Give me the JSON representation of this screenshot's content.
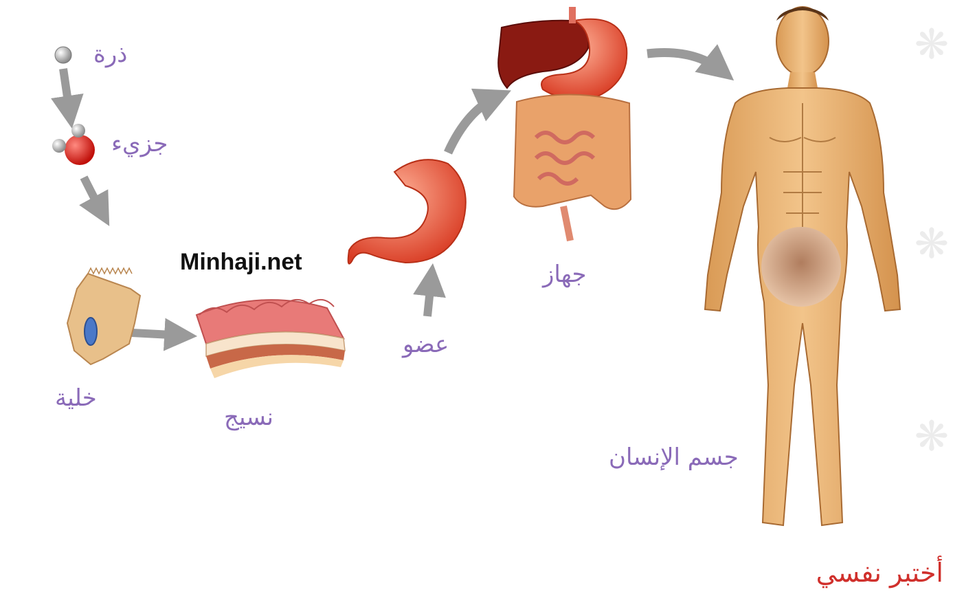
{
  "site": "Minhaji.net",
  "labels": {
    "atom": "ذرة",
    "molecule": "جزيء",
    "cell": "خلية",
    "tissue": "نسيج",
    "organ": "عضو",
    "system": "جهاز",
    "human_body": "جسم الإنسان"
  },
  "footer": "أختبر نفسي",
  "colors": {
    "label": "#8a6ab8",
    "footer": "#d0302c",
    "arrow": "#9a9a9a",
    "skin": "#e8b070"
  }
}
